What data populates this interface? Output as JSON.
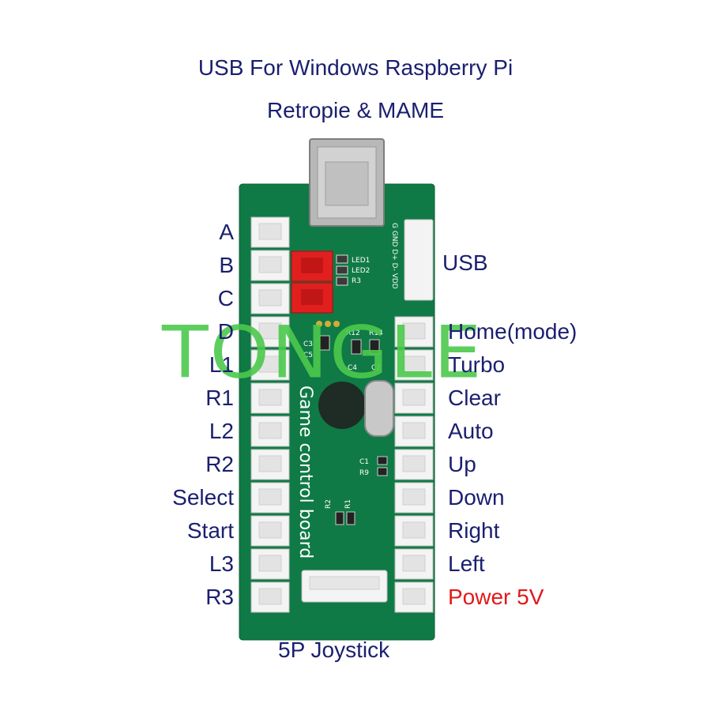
{
  "header": {
    "line1": "USB For Windows Raspberry Pi",
    "line2": "Retropie & MAME"
  },
  "left_labels": [
    "A",
    "B",
    "C",
    "D",
    "L1",
    "R1",
    "L2",
    "R2",
    "Select",
    "Start",
    "L3",
    "R3"
  ],
  "right_labels": [
    "Home(mode)",
    "Turbo",
    "Clear",
    "Auto",
    "Up",
    "Down",
    "Right",
    "Left",
    "Power 5V"
  ],
  "usb_label": "USB",
  "bottom_label": "5P Joystick",
  "board_text": "Game control board",
  "silkscreen": {
    "led1": "LED1",
    "led2": "LED2",
    "r3": "R3",
    "c3": "C3",
    "c5": "C5",
    "r12": "R12",
    "r14": "R14",
    "c4": "C4",
    "c2": "C2",
    "c1": "C1",
    "r9": "R9",
    "r2": "R2",
    "r1": "R1",
    "usb_pins": "G GND D+ D- VDD"
  },
  "watermark": "TONGLE",
  "colors": {
    "title": "#1a1f6e",
    "power": "#e01919",
    "pcb": "#0f7a45",
    "watermark": "#4cc94c"
  }
}
